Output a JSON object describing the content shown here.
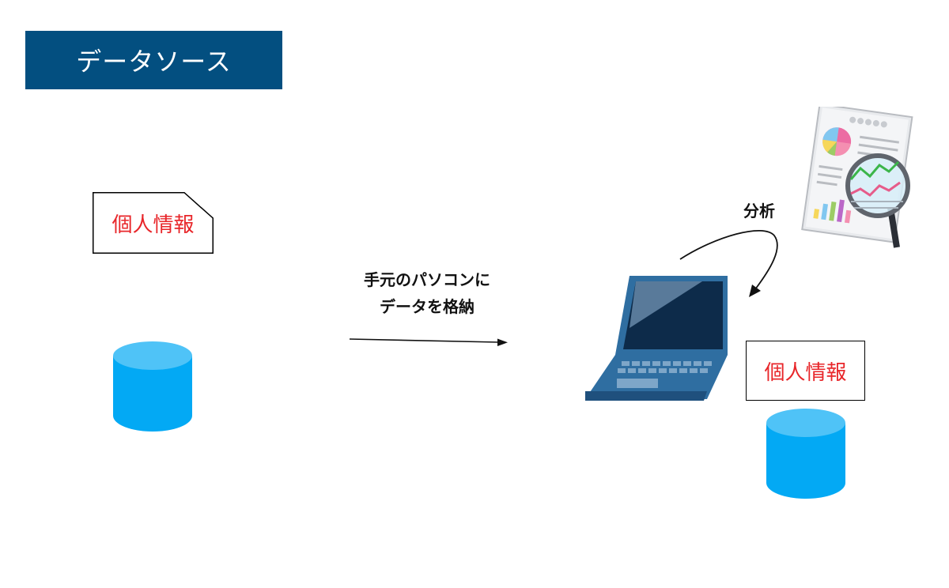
{
  "title": "データソース",
  "source": {
    "personal_info_label": "個人情報"
  },
  "transfer": {
    "line1": "手元のパソコンに",
    "line2": "データを格納"
  },
  "analysis": {
    "label": "分析"
  },
  "local": {
    "personal_info_label": "個人情報"
  },
  "colors": {
    "banner": "#034f80",
    "label_text": "#e8262a",
    "cylinder_body": "#03a9f4",
    "cylinder_top": "#4fc3f7",
    "laptop": "#2f6ea1"
  },
  "icons": [
    "database-icon",
    "laptop-icon",
    "report-magnifier-icon",
    "arrow-icon"
  ]
}
